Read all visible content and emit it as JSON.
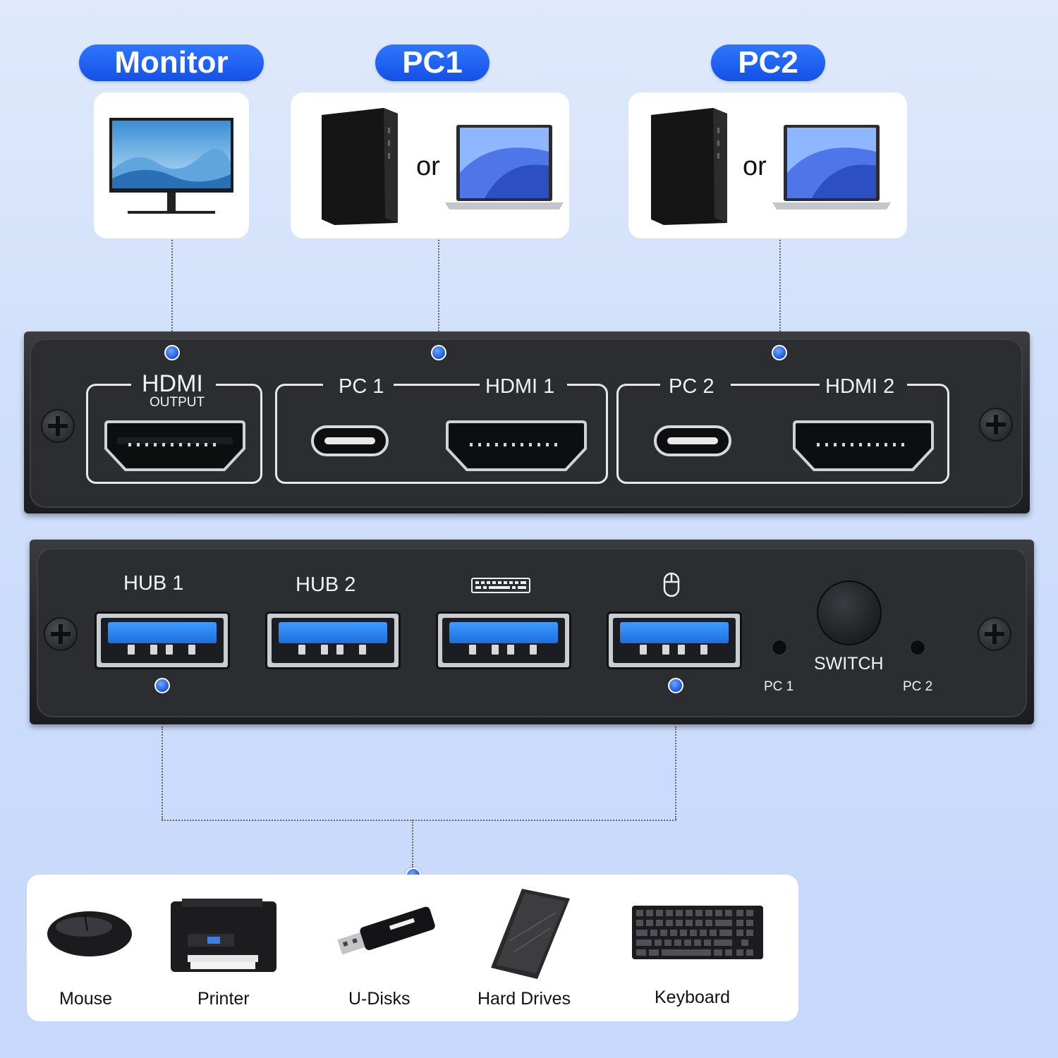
{
  "top_devices": {
    "monitor_label": "Monitor",
    "pc1_label": "PC1",
    "pc2_label": "PC2",
    "or_text": "or"
  },
  "rear_panel": {
    "hdmi_output_title": "HDMI",
    "hdmi_output_sub": "OUTPUT",
    "pc1_label": "PC 1",
    "hdmi1_label": "HDMI 1",
    "pc2_label": "PC 2",
    "hdmi2_label": "HDMI 2"
  },
  "front_panel": {
    "hub1_label": "HUB 1",
    "hub2_label": "HUB 2",
    "keyboard_port_icon": "keyboard-icon",
    "mouse_port_icon": "mouse-icon",
    "switch_label": "SWITCH",
    "led_pc1_label": "PC 1",
    "led_pc2_label": "PC 2"
  },
  "peripherals": [
    {
      "label": "Mouse",
      "icon": "mouse-icon"
    },
    {
      "label": "Printer",
      "icon": "printer-icon"
    },
    {
      "label": "U-Disks",
      "icon": "usb-drive-icon"
    },
    {
      "label": "Hard Drives",
      "icon": "hard-drive-icon"
    },
    {
      "label": "Keyboard",
      "icon": "keyboard-icon"
    }
  ],
  "colors": {
    "accent_blue": "#1c55e0",
    "usb_blue": "#2f86f5",
    "panel_dark": "#2b2d31"
  }
}
